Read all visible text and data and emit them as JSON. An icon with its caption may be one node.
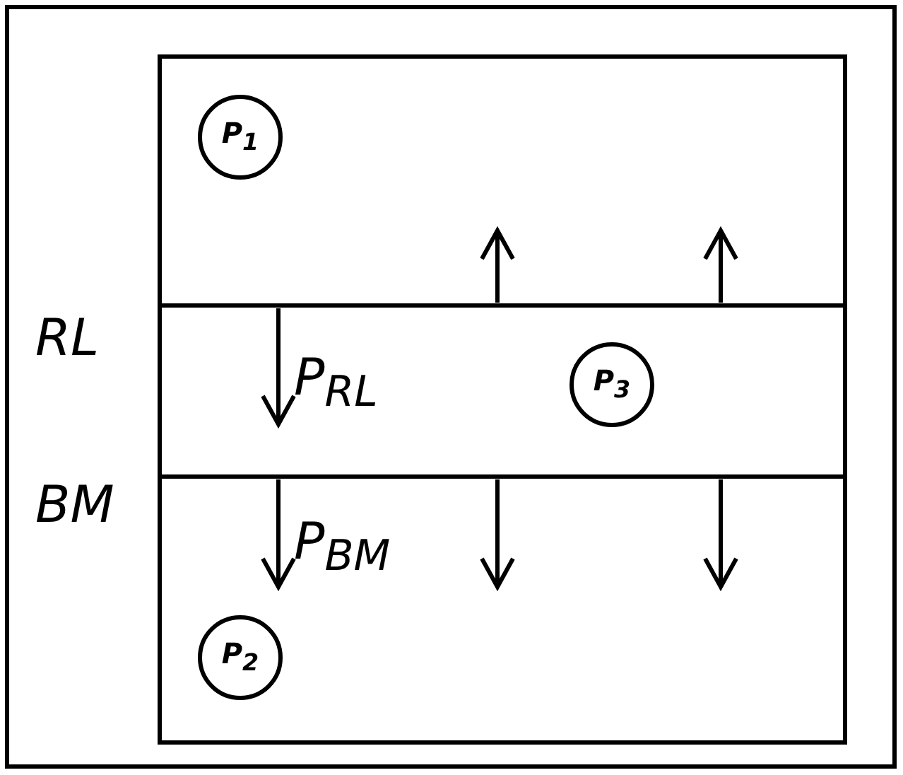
{
  "diagram": {
    "nodes": [
      {
        "text": [
          "P$_{1}$"
        ]
      },
      {
        "text": [
          "P$_{2}$"
        ]
      },
      {
        "text": [
          "P$_{3}$"
        ]
      }
    ],
    "labels": [
      "RL",
      "P$_{RL}$",
      "BM",
      "P$_{BM}$"
    ]
  }
}
